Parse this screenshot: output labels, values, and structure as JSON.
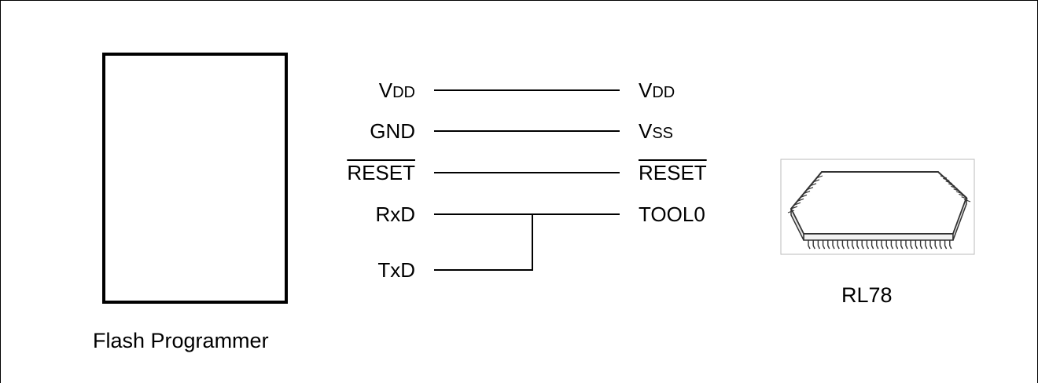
{
  "programmer": {
    "caption": "Flash Programmer",
    "pins": {
      "vdd": {
        "main": "V",
        "sub": "DD"
      },
      "gnd": "GND",
      "reset": "RESET",
      "rxd": "RxD",
      "txd": "TxD"
    }
  },
  "mcu": {
    "caption": "RL78",
    "pins": {
      "vdd": {
        "main": "V",
        "sub": "DD"
      },
      "vss": {
        "main": "V",
        "sub": "SS"
      },
      "reset": "RESET",
      "tool0": "TOOL0"
    }
  }
}
